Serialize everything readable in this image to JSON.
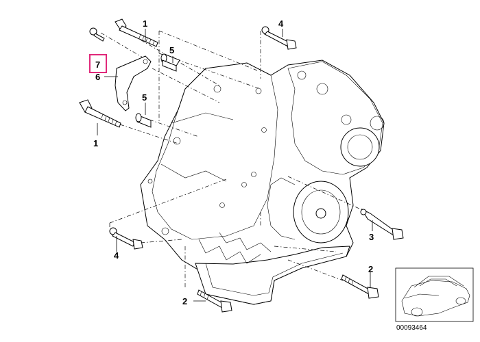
{
  "diagram": {
    "callouts": [
      {
        "id": "c1-top",
        "label": "1"
      },
      {
        "id": "c1-left",
        "label": "1"
      },
      {
        "id": "c2-right",
        "label": "2"
      },
      {
        "id": "c2-bottom",
        "label": "2"
      },
      {
        "id": "c3",
        "label": "3"
      },
      {
        "id": "c4-top",
        "label": "4"
      },
      {
        "id": "c4-left",
        "label": "4"
      },
      {
        "id": "c5-top",
        "label": "5"
      },
      {
        "id": "c5-mid",
        "label": "5"
      },
      {
        "id": "c6",
        "label": "6"
      },
      {
        "id": "c7",
        "label": "7"
      }
    ],
    "highlight_color": "#e0287a",
    "part_number": "00093464"
  }
}
